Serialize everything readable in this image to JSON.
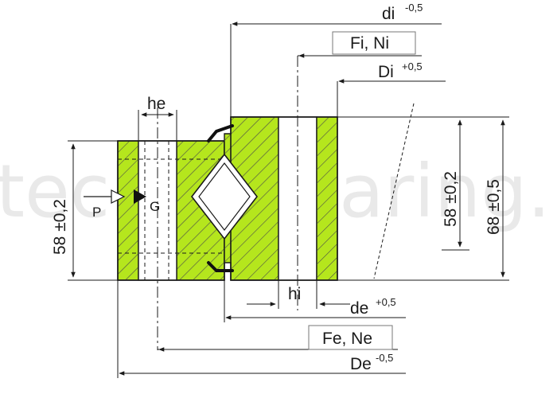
{
  "watermark": "technobearing.ru",
  "colors": {
    "green": "#b5e61d",
    "line": "#1a1a1a",
    "hatch": "#4a4a4a",
    "box": "#777777"
  },
  "labels": {
    "di": {
      "text": "di",
      "tol": "-0,5"
    },
    "fi_ni": "Fi, Ni",
    "Di": {
      "text": "Di",
      "tol": "+0,5"
    },
    "he": "he",
    "hi": "hi",
    "de": {
      "text": "de",
      "tol": "+0,5"
    },
    "fe_ne": "Fe, Ne",
    "De": {
      "text": "De",
      "tol": "-0,5"
    },
    "left_dim": "58 ±0,2",
    "right_dim_inner": "58 ±0,2",
    "right_dim_outer": "68 ±0,5",
    "P": "P",
    "G": "G"
  }
}
